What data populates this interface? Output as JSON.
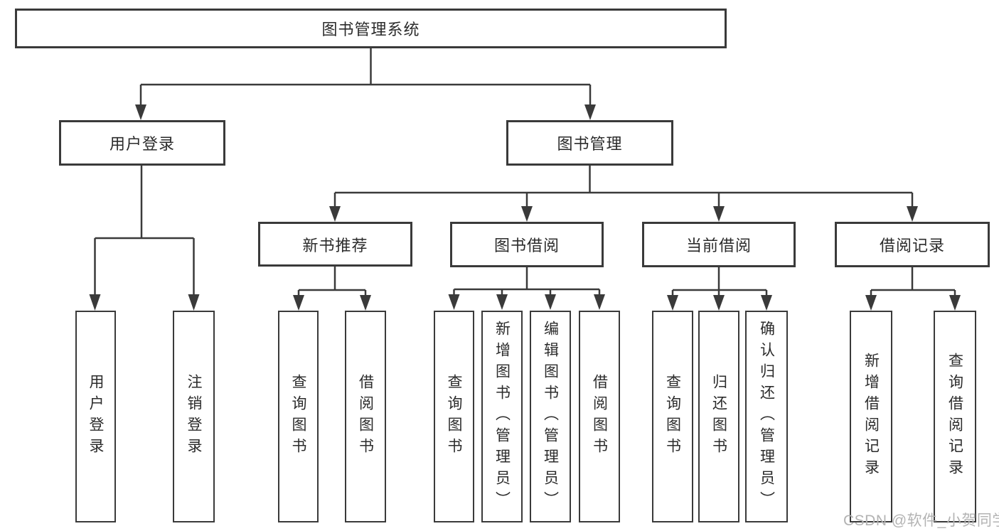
{
  "nodes": {
    "root": "图书管理系统",
    "level2": {
      "user_login": "用户登录",
      "book_mgmt": "图书管理"
    },
    "level3": {
      "new_book_rec": "新书推荐",
      "book_borrow": "图书借阅",
      "current_borrow": "当前借阅",
      "borrow_records": "借阅记录"
    },
    "leaves": {
      "user_login": "用户登录",
      "logout": "注销登录",
      "rec_query_books": "查询图书",
      "rec_borrow_books": "借阅图书",
      "bb_query_books": "查询图书",
      "bb_add_books": "新增图书（管理员）",
      "bb_edit_books": "编辑图书（管理员）",
      "bb_borrow_books": "借阅图书",
      "cb_query_books": "查询图书",
      "cb_return_books": "归还图书",
      "cb_confirm_return": "确认归还（管理员）",
      "br_add_record": "新增借阅记录",
      "br_query_record": "查询借阅记录"
    }
  },
  "watermark": "CSDN @软件_小贺同学",
  "colors": {
    "line": "#3a3a3a",
    "text": "#2b2b2b",
    "watermark": "#b3b3b3",
    "background": "#ffffff"
  }
}
